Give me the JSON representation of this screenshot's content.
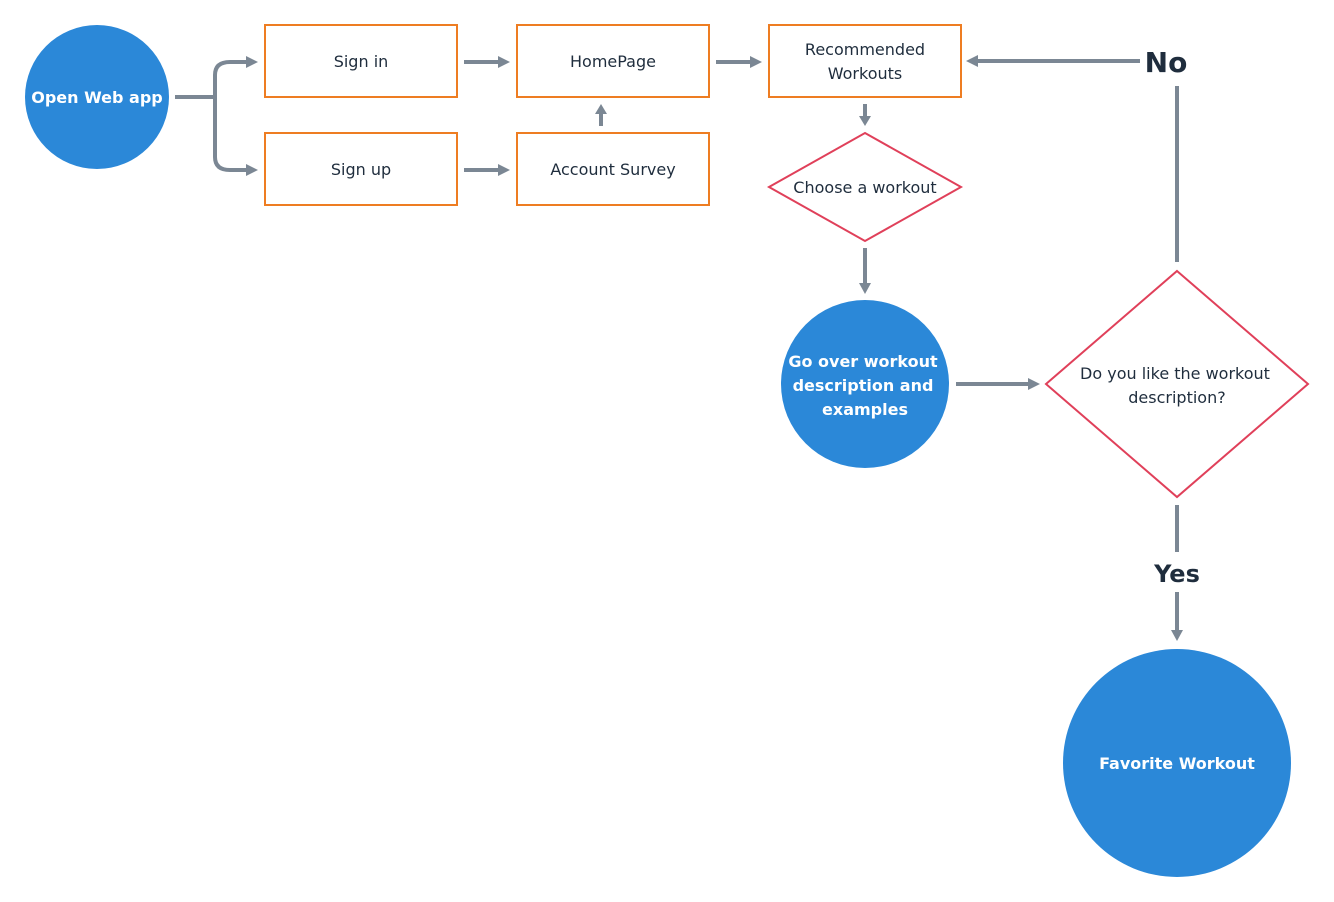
{
  "colors": {
    "box_border": "#ee7d22",
    "diamond_border": "#e0405a",
    "circle_fill": "#2b88d8",
    "connector": "#7b8794",
    "text_dark": "#1f2d3d",
    "text_light": "#ffffff"
  },
  "nodes": {
    "open_web_app": "Open Web app",
    "sign_in": "Sign in",
    "sign_up": "Sign up",
    "homepage": "HomePage",
    "account_survey": "Account Survey",
    "recommended_workouts": [
      "Recommended",
      "Workouts"
    ],
    "choose_workout": "Choose a workout",
    "go_over": [
      "Go over workout",
      "description and",
      "examples"
    ],
    "like_description": [
      "Do you like the workout",
      "description?"
    ],
    "favorite_workout": "Favorite Workout"
  },
  "edge_labels": {
    "no": "No",
    "yes": "Yes"
  }
}
